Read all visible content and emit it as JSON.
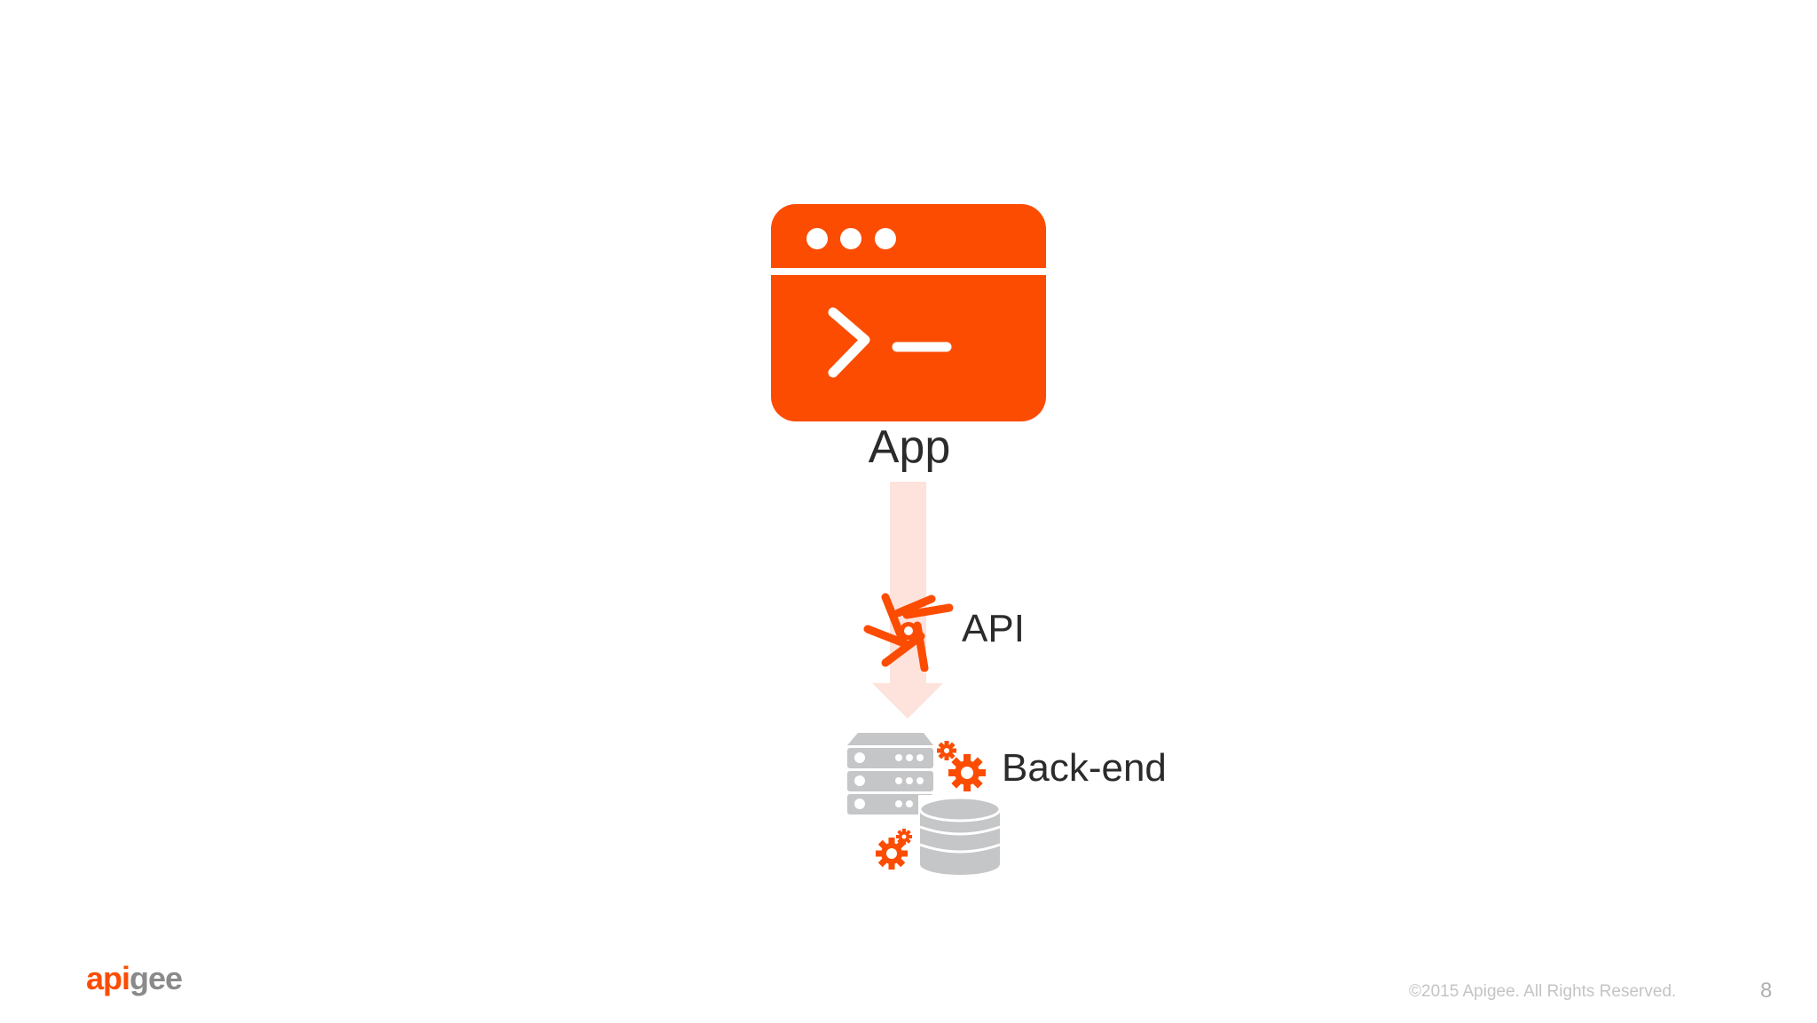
{
  "diagram": {
    "app_label": "App",
    "api_label": "API",
    "backend_label": "Back-end"
  },
  "colors": {
    "accent": "#fc4c02",
    "arrow": "#fde3dc",
    "server_gray": "#c4c6c8",
    "text": "#2b2b2b"
  },
  "icons": {
    "app": "terminal-window-icon",
    "api": "shutter-icon",
    "backend": "server-database-icon"
  },
  "footer": {
    "logo_part1": "api",
    "logo_part2": "gee",
    "copyright": "©2015 Apigee. All Rights Reserved.",
    "page_number": "8"
  }
}
